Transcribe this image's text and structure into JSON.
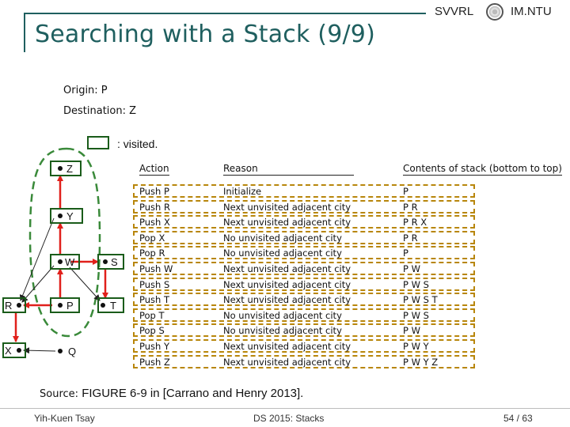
{
  "header": {
    "title": "Searching with a Stack (9/9)",
    "brand_left": "SVVRL",
    "brand_right": "IM.NTU"
  },
  "info": {
    "origin": "Origin: P",
    "destination": "Destination: Z"
  },
  "legend": {
    "label": ": visited."
  },
  "graph": {
    "nodes": [
      "Z",
      "Y",
      "W",
      "S",
      "R",
      "P",
      "T",
      "X",
      "Q"
    ],
    "colors": {
      "edge": "#e0201b",
      "node_box": "#1a5c1a",
      "ring": "#3a8a3a"
    }
  },
  "table": {
    "headers": {
      "action": "Action",
      "reason": "Reason",
      "stack": "Contents of stack (bottom to top)"
    },
    "rows": [
      {
        "action": "Push P",
        "reason": "Initialize",
        "stack": "P"
      },
      {
        "action": "Push R",
        "reason": "Next unvisited adjacent city",
        "stack": "P R"
      },
      {
        "action": "Push X",
        "reason": "Next unvisited adjacent city",
        "stack": "P R X"
      },
      {
        "action": "Pop X",
        "reason": "No unvisited adjacent city",
        "stack": "P R"
      },
      {
        "action": "Pop R",
        "reason": "No unvisited adjacent city",
        "stack": "P"
      },
      {
        "action": "Push W",
        "reason": "Next unvisited adjacent city",
        "stack": "P W"
      },
      {
        "action": "Push S",
        "reason": "Next unvisited adjacent city",
        "stack": "P W S"
      },
      {
        "action": "Push T",
        "reason": "Next unvisited adjacent city",
        "stack": "P W S T"
      },
      {
        "action": "Pop T",
        "reason": "No unvisited adjacent city",
        "stack": "P W S"
      },
      {
        "action": "Pop S",
        "reason": "No unvisited adjacent city",
        "stack": "P W"
      },
      {
        "action": "Push Y",
        "reason": "Next unvisited adjacent city",
        "stack": "P W Y"
      },
      {
        "action": "Push Z",
        "reason": "Next unvisited adjacent city",
        "stack": "P W Y Z"
      }
    ],
    "colors": {
      "row_border": "#b8860b"
    }
  },
  "source": {
    "label": "Source:",
    "text": "FIGURE 6-9 in [Carrano and Henry 2013]."
  },
  "footer": {
    "author": "Yih-Kuen Tsay",
    "course": "DS 2015: Stacks",
    "page": "54 / 63"
  }
}
